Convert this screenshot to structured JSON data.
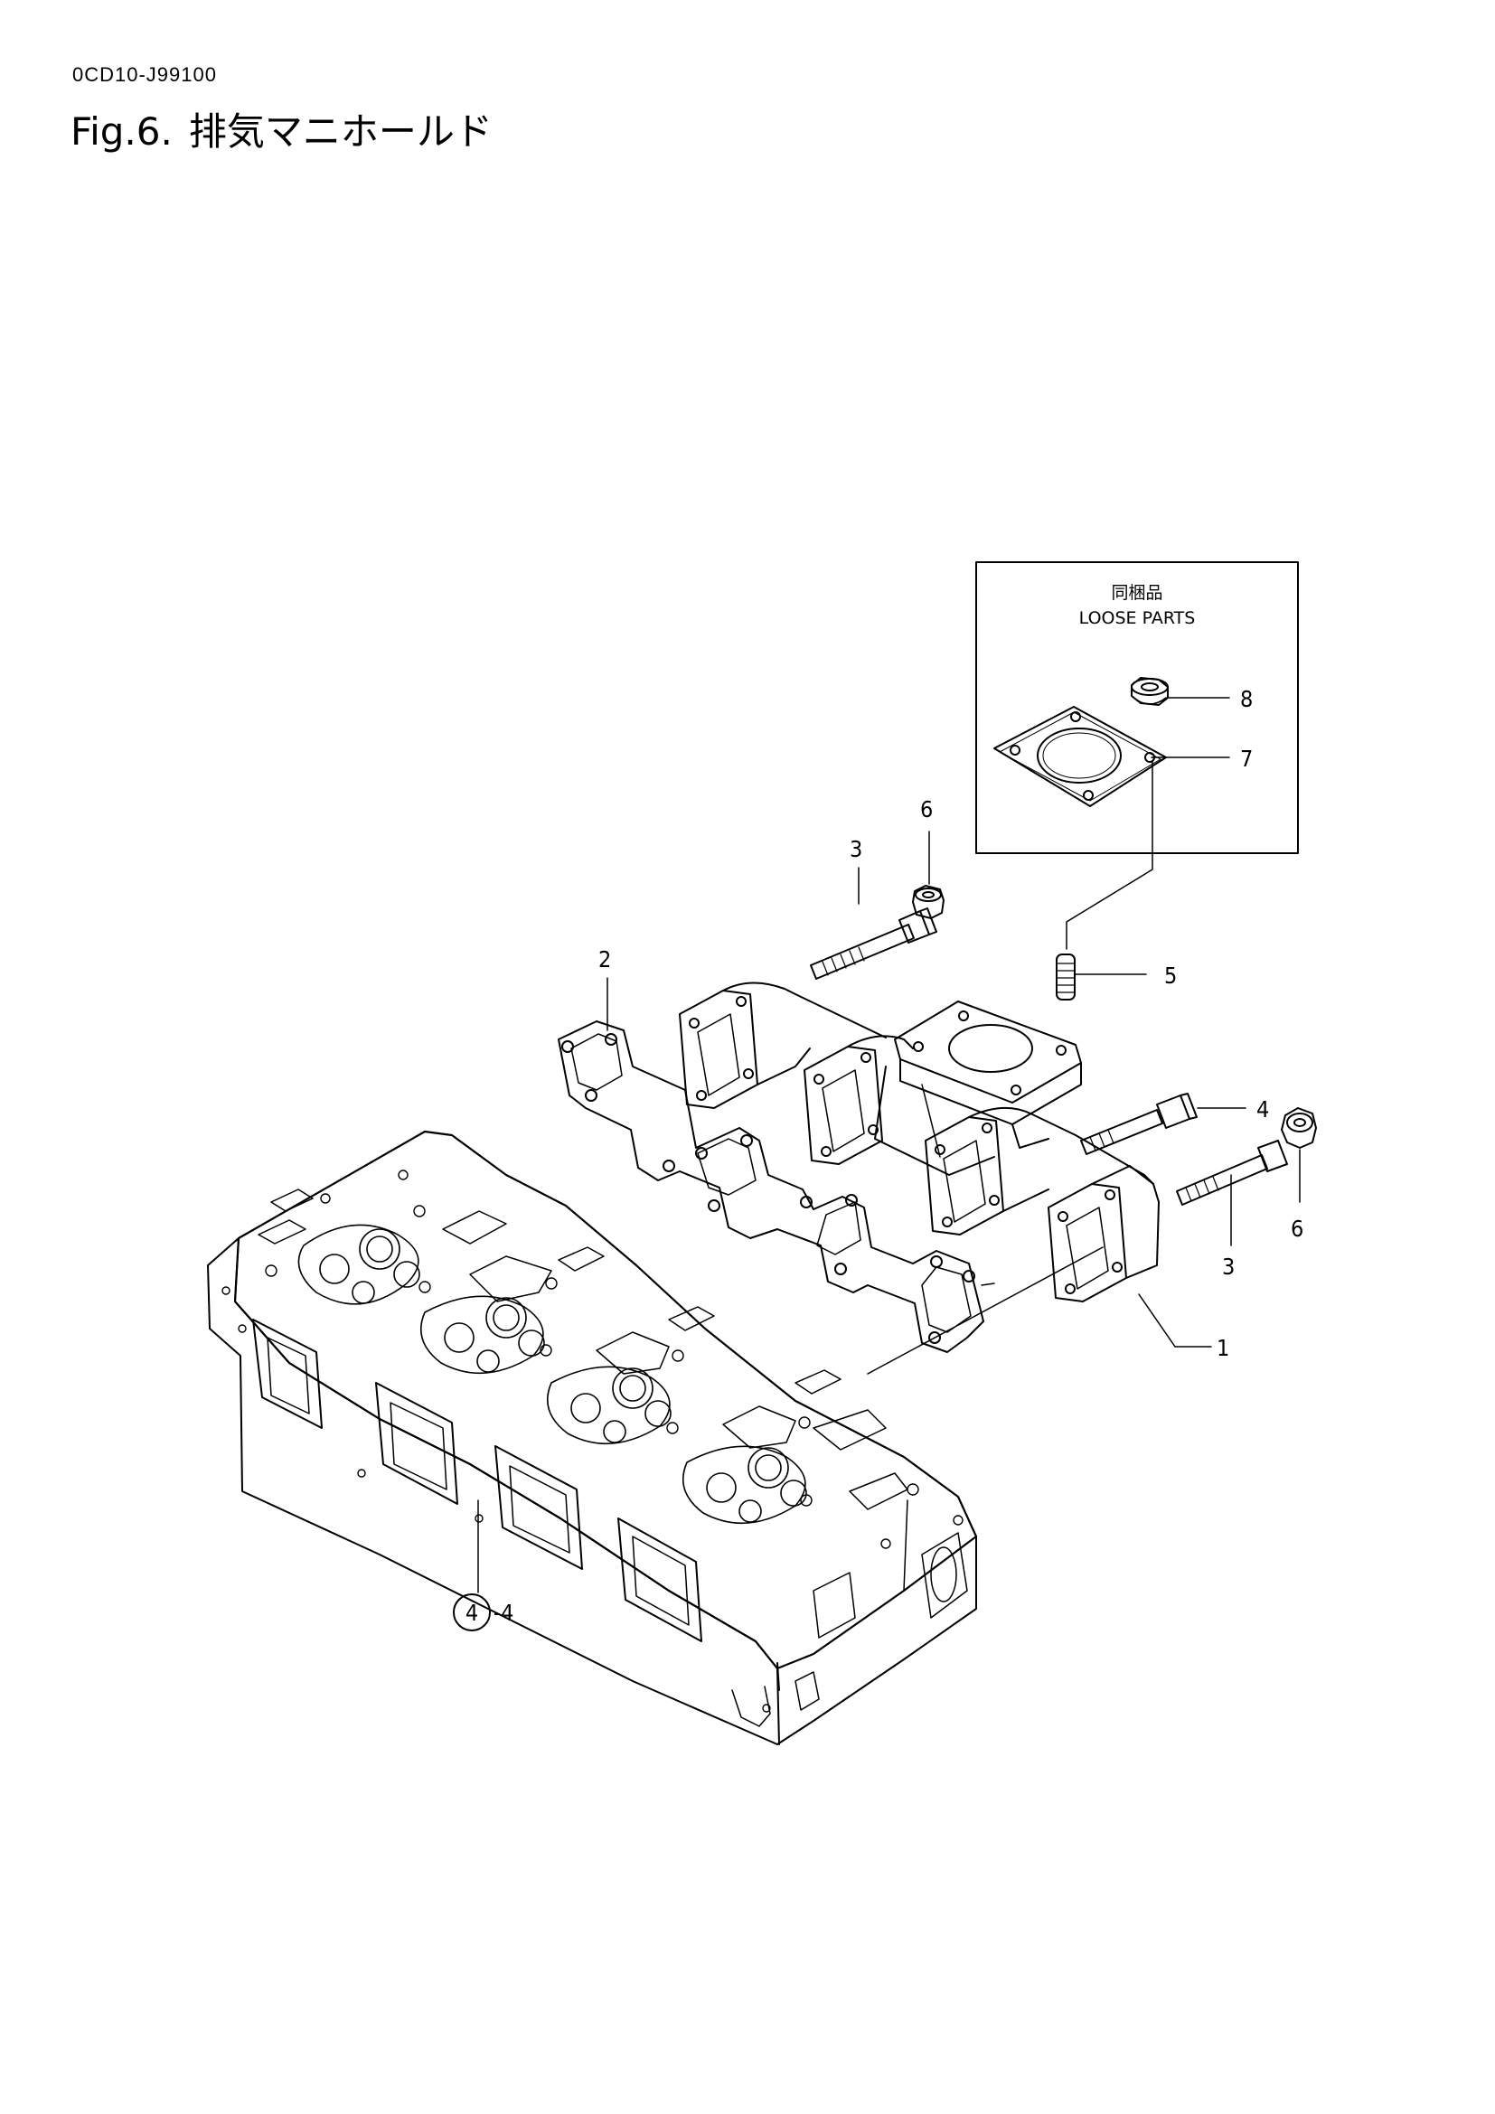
{
  "header": {
    "doc_code": "0CD10-J99100",
    "fig_number": "Fig.6.",
    "fig_title": "排気マニホールド"
  },
  "loose_parts_box": {
    "title_jp": "同梱品",
    "title_en": "LOOSE PARTS"
  },
  "callouts": {
    "c1": "1",
    "c2": "2",
    "c3_top": "3",
    "c3_right": "3",
    "c4": "4",
    "c5": "5",
    "c6_top": "6",
    "c6_right": "6",
    "c7": "7",
    "c8": "8",
    "ref_circle": "4",
    "ref_suffix": "-4"
  }
}
